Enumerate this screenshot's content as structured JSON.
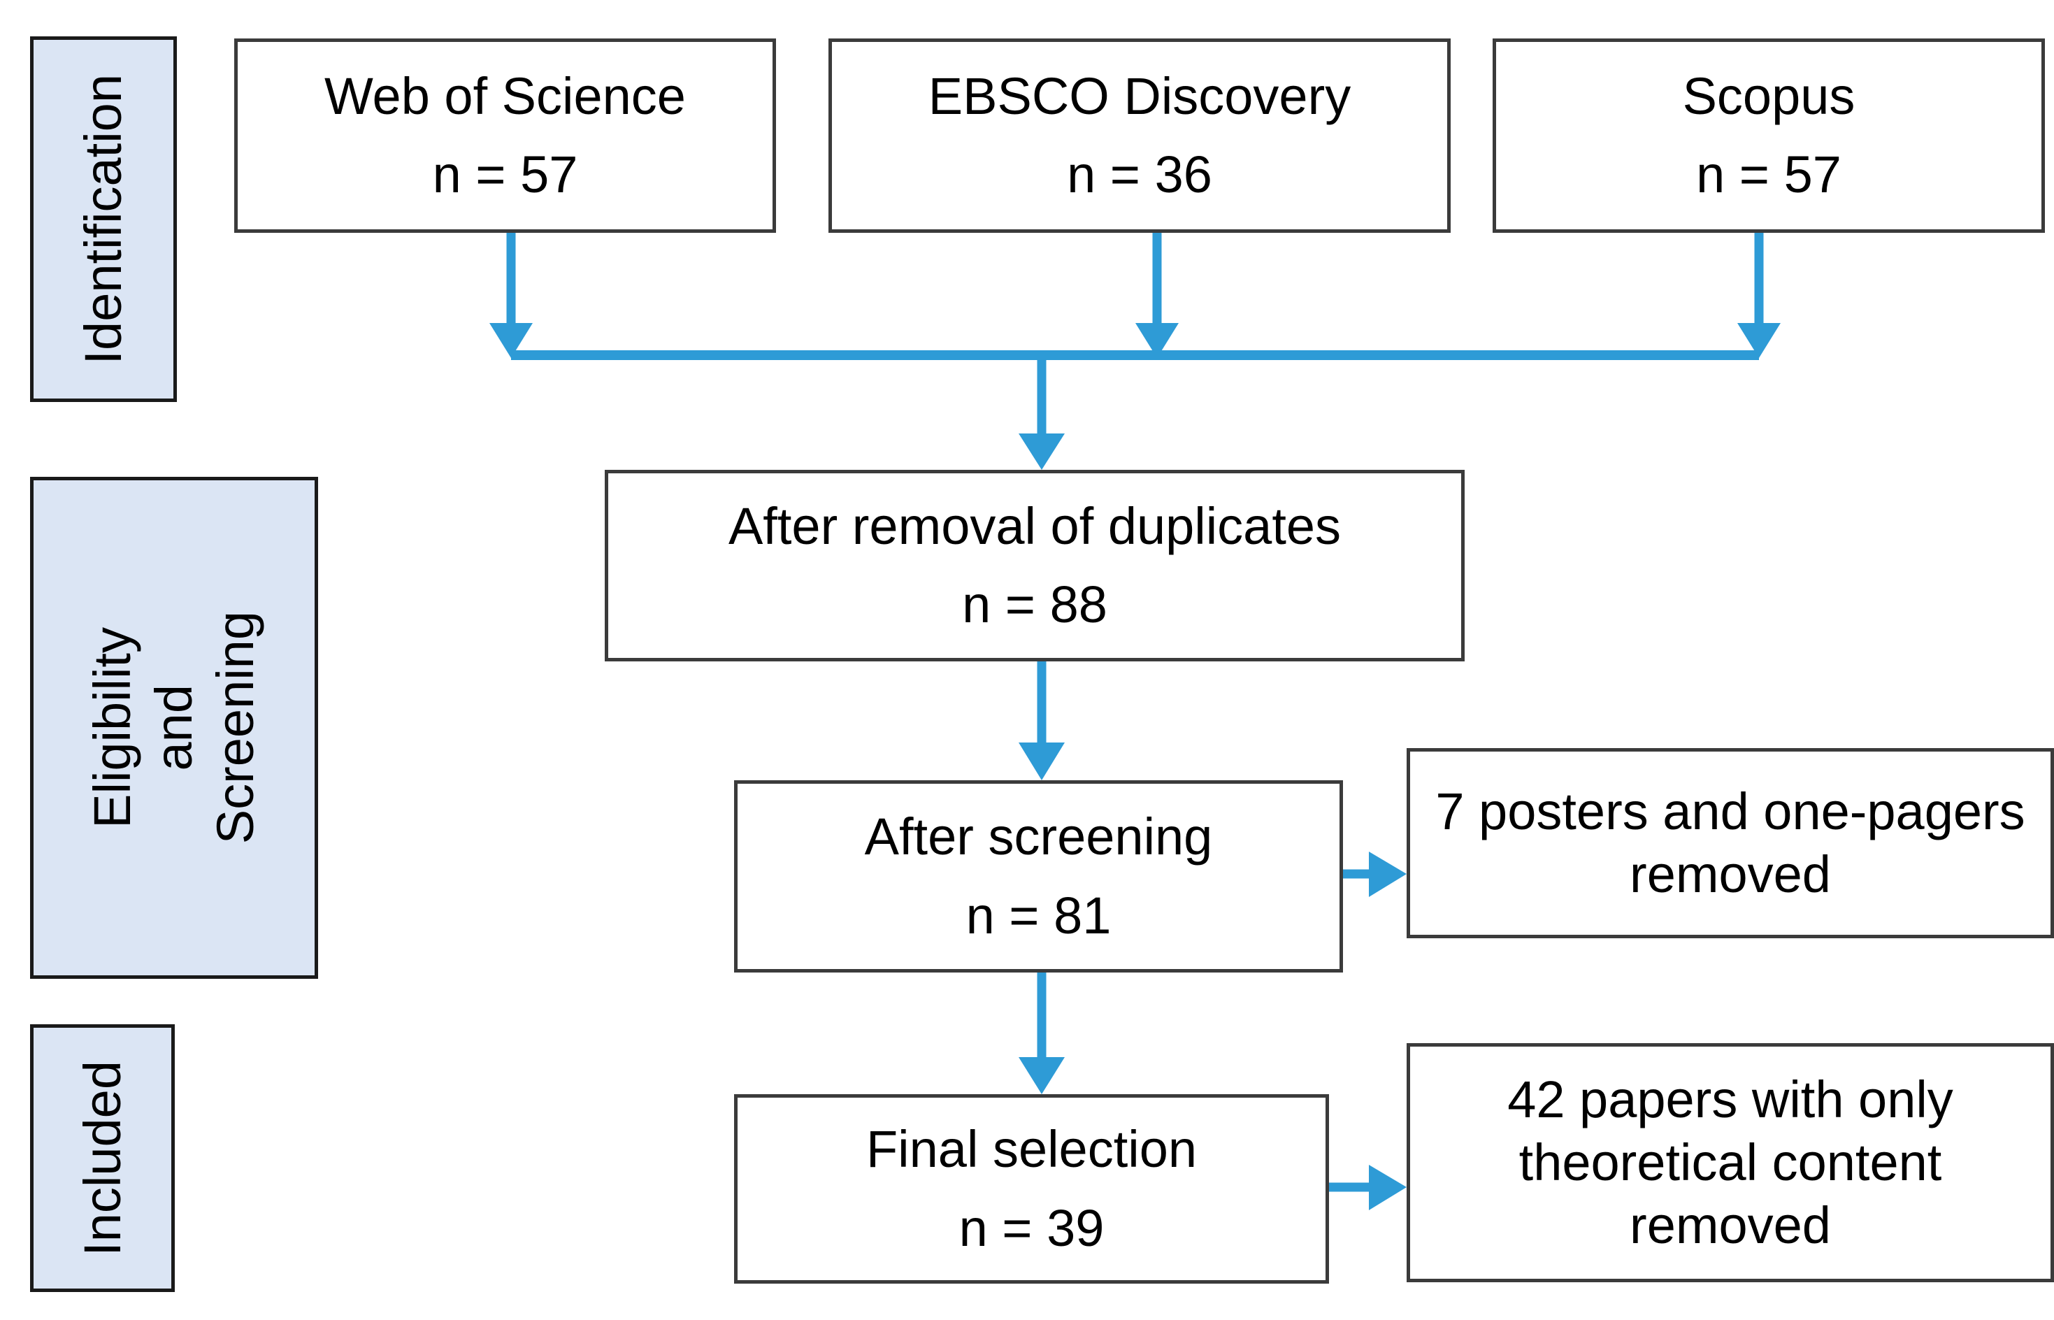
{
  "diagram": {
    "title": "PRISMA study selection flow diagram",
    "accent_color": "#2e9bd6",
    "band_fill": "#dbe5f4",
    "band_border": "#1a1a1a",
    "box_border": "#3b3b3b"
  },
  "stages": [
    {
      "id": "identification",
      "label": "Identification"
    },
    {
      "id": "screening-eligibility",
      "label_line1": "Screening",
      "label_line2": "and",
      "label_line3": "Eligibility"
    },
    {
      "id": "included",
      "label": "Included"
    }
  ],
  "sources": [
    {
      "id": "web-of-science",
      "name": "Web of Science",
      "count": "n = 57"
    },
    {
      "id": "ebsco-discovery",
      "name": "EBSCO Discovery",
      "count": "n = 36"
    },
    {
      "id": "scopus",
      "name": "Scopus",
      "count": "n = 57"
    }
  ],
  "steps": [
    {
      "id": "after-removal-of-duplicates",
      "name": "After removal of duplicates",
      "count": "n = 88"
    },
    {
      "id": "after-screening",
      "name": "After screening",
      "count": "n = 81"
    },
    {
      "id": "final-selection",
      "name": "Final selection",
      "count": "n = 39"
    }
  ],
  "exclusions": [
    {
      "id": "posters-one-pagers-removed",
      "text": "7 posters and one-pagers removed"
    },
    {
      "id": "theoretical-content-removed",
      "text": "42 papers with only theoretical content removed"
    }
  ],
  "chart_data": {
    "type": "flowchart",
    "title": "PRISMA study selection flow diagram",
    "nodes": [
      {
        "id": "web-of-science",
        "label": "Web of Science",
        "value": 57,
        "stage": "Identification"
      },
      {
        "id": "ebsco-discovery",
        "label": "EBSCO Discovery",
        "value": 36,
        "stage": "Identification"
      },
      {
        "id": "scopus",
        "label": "Scopus",
        "value": 57,
        "stage": "Identification"
      },
      {
        "id": "after-removal-of-duplicates",
        "label": "After removal of duplicates",
        "value": 88,
        "stage": "Screening and Eligibility"
      },
      {
        "id": "after-screening",
        "label": "After screening",
        "value": 81,
        "stage": "Screening and Eligibility"
      },
      {
        "id": "posters-one-pagers-removed",
        "label": "7 posters and one-pagers removed",
        "value": 7,
        "stage": "Screening and Eligibility"
      },
      {
        "id": "final-selection",
        "label": "Final selection",
        "value": 39,
        "stage": "Included"
      },
      {
        "id": "theoretical-content-removed",
        "label": "42 papers with only theoretical content removed",
        "value": 42,
        "stage": "Included"
      }
    ],
    "edges": [
      {
        "from": "web-of-science",
        "to": "after-removal-of-duplicates"
      },
      {
        "from": "ebsco-discovery",
        "to": "after-removal-of-duplicates"
      },
      {
        "from": "scopus",
        "to": "after-removal-of-duplicates"
      },
      {
        "from": "after-removal-of-duplicates",
        "to": "after-screening"
      },
      {
        "from": "after-screening",
        "to": "posters-one-pagers-removed"
      },
      {
        "from": "after-screening",
        "to": "final-selection"
      },
      {
        "from": "final-selection",
        "to": "theoretical-content-removed"
      }
    ]
  }
}
